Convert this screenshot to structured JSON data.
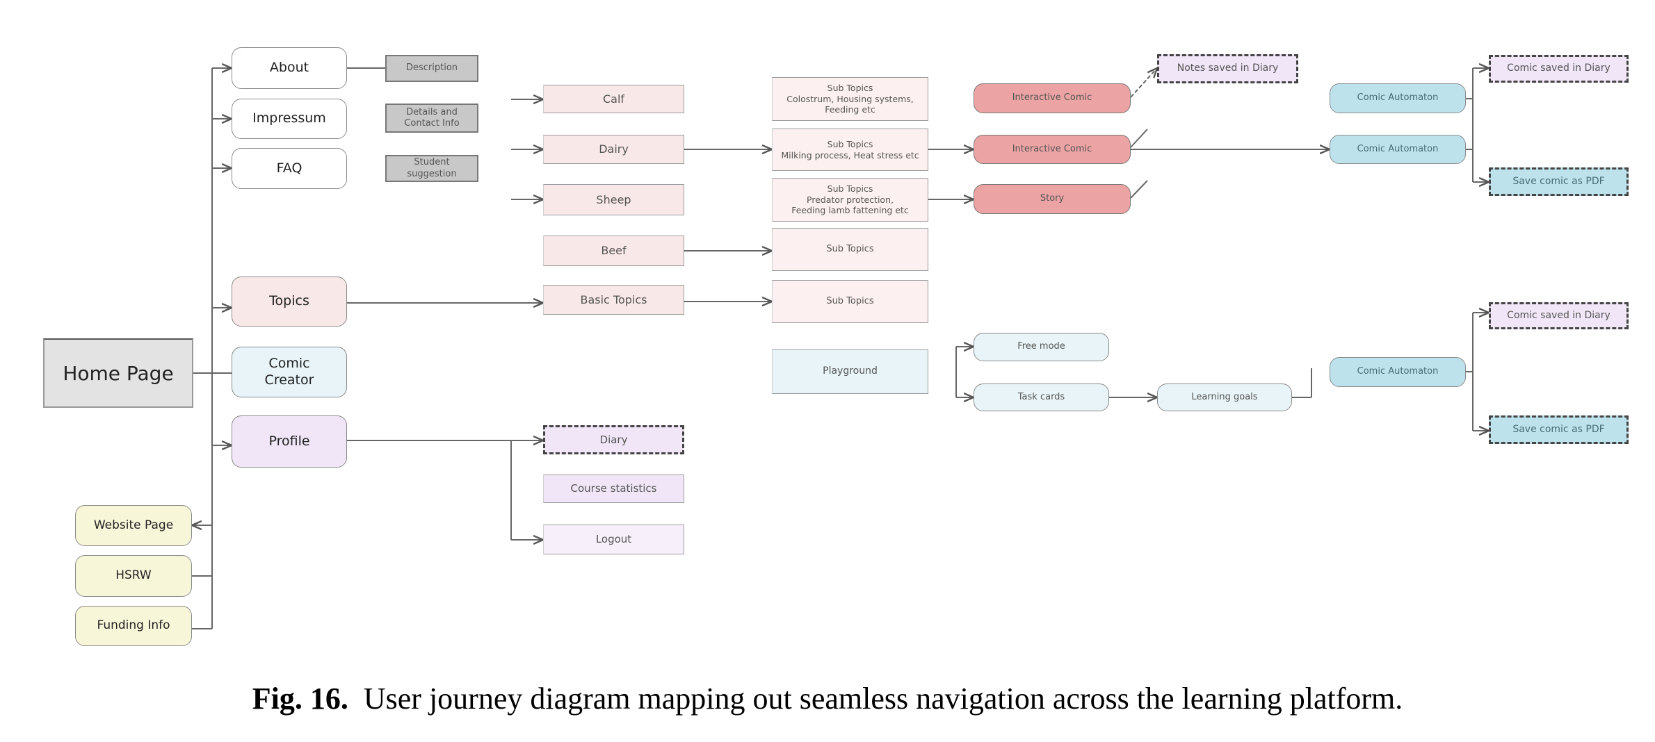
{
  "figure": {
    "caption_label": "Fig. 16.",
    "caption_text": "User journey diagram mapping out seamless navigation across the learning platform."
  },
  "nodes": {
    "home": "Home Page",
    "about": "About",
    "impressum": "Impressum",
    "faq": "FAQ",
    "description": "Description",
    "details": "Details and\nContact Info",
    "student": "Student\nsuggestion",
    "topics": "Topics",
    "comic_creator": "Comic\nCreator",
    "profile": "Profile",
    "website_page": "Website Page",
    "hsrw": "HSRW",
    "funding_info": "Funding Info",
    "calf": "Calf",
    "dairy": "Dairy",
    "sheep": "Sheep",
    "beef": "Beef",
    "basic_topics": "Basic Topics",
    "sub_calf": "Sub Topics\nColostrum, Housing systems,\nFeeding etc",
    "sub_dairy": "Sub Topics\nMilking process, Heat stress etc",
    "sub_sheep": "Sub Topics\nPredator protection,\nFeeding lamb fattening etc",
    "sub_beef": "Sub Topics",
    "sub_basic": "Sub Topics",
    "playground": "Playground",
    "interactive_comic_1": "Interactive Comic",
    "interactive_comic_2": "Interactive Comic",
    "story": "Story",
    "notes_saved": "Notes saved in Diary",
    "comic_automaton_1": "Comic Automaton",
    "comic_automaton_2": "Comic Automaton",
    "comic_automaton_3": "Comic Automaton",
    "comic_saved_1": "Comic saved in Diary",
    "save_pdf_1": "Save comic as PDF",
    "comic_saved_2": "Comic saved in Diary",
    "save_pdf_2": "Save comic as PDF",
    "free_mode": "Free mode",
    "task_cards": "Task cards",
    "learning_goals": "Learning goals",
    "diary": "Diary",
    "course_statistics": "Course statistics",
    "logout": "Logout"
  },
  "colors": {
    "home": "#e3e3e3",
    "info_gray": "#c8c8c8",
    "topics_pink": "#f8e9e8",
    "comic_salmon": "#eca3a3",
    "automaton_cyan": "#bde2ec",
    "creator_cyan_light": "#e8f4f7",
    "profile_lavender": "#f1e6f7",
    "external_yellow": "#f8f6d9"
  }
}
